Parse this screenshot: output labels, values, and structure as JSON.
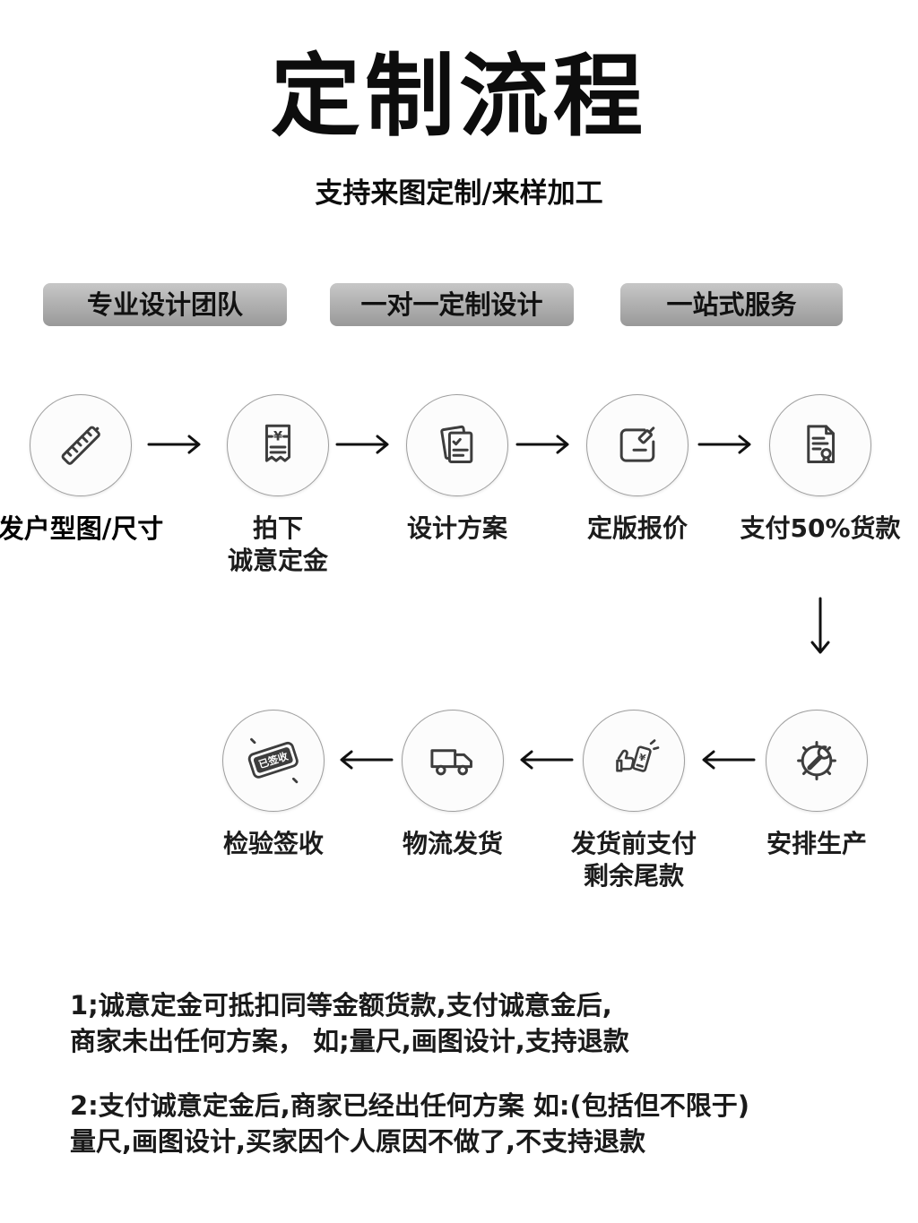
{
  "header": {
    "title": "定制流程",
    "subtitle": "支持来图定制/来样加工"
  },
  "badges": [
    {
      "label": "专业设计团队"
    },
    {
      "label": "一对一定制设计"
    },
    {
      "label": "一站式服务"
    }
  ],
  "flow": {
    "row1": [
      {
        "icon": "ruler-icon",
        "lines": [
          "发户型图/尺寸"
        ]
      },
      {
        "icon": "deposit-receipt-icon",
        "lines": [
          "拍下",
          "诚意定金"
        ]
      },
      {
        "icon": "design-plan-icon",
        "lines": [
          "设计方案"
        ]
      },
      {
        "icon": "finalize-quote-icon",
        "lines": [
          "定版报价"
        ]
      },
      {
        "icon": "pay-deposit-icon",
        "lines": [
          "支付50%货款"
        ]
      }
    ],
    "row2": [
      {
        "icon": "inspect-sign-icon",
        "lines": [
          "检验签收"
        ]
      },
      {
        "icon": "truck-icon",
        "lines": [
          "物流发货"
        ]
      },
      {
        "icon": "final-payment-icon",
        "lines": [
          "发货前支付",
          "剩余尾款"
        ]
      },
      {
        "icon": "production-gear-icon",
        "lines": [
          "安排生产"
        ]
      }
    ],
    "stamp_text": "已签收",
    "receipt_symbol": "¥",
    "phone_symbol": "¥"
  },
  "notes": [
    {
      "lines": [
        "1;诚意定金可抵扣同等金额货款,支付诚意金后,",
        "商家未出任何方案， 如;量尺,画图设计,支持退款"
      ]
    },
    {
      "lines": [
        "2:支付诚意定金后,商家已经出任何方案 如:(包括但不限于)",
        "量尺,画图设计,买家因个人原因不做了,不支持退款"
      ]
    }
  ],
  "colors": {
    "badge_gray": "#a8a8a8",
    "icon_stroke": "#3d3d3d",
    "circle_border": "#9e9e9e",
    "text": "#111111"
  }
}
